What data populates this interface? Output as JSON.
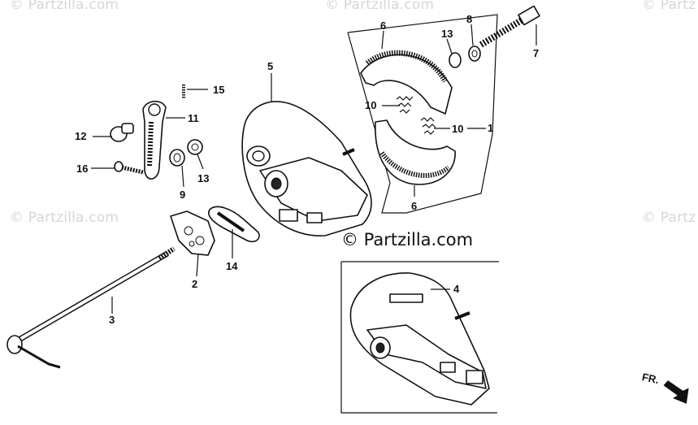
{
  "watermarks": [
    {
      "text": "© Partzilla.com"
    },
    {
      "text": "© Partzilla.com"
    },
    {
      "text": "© Partz"
    },
    {
      "text": "© Partzilla.com"
    },
    {
      "text": "© Partz"
    }
  ],
  "credit": "© Partzilla.com",
  "direction_label": "FR.",
  "callouts": [
    "1",
    "2",
    "3",
    "4",
    "5",
    "6",
    "6",
    "7",
    "8",
    "9",
    "10",
    "10",
    "11",
    "12",
    "13",
    "13",
    "14",
    "15",
    "16"
  ]
}
